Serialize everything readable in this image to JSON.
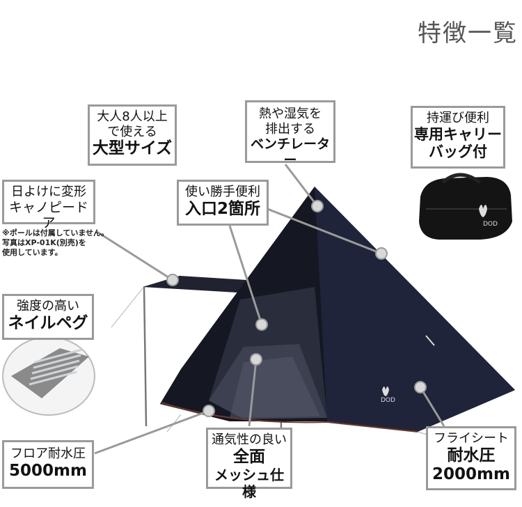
{
  "page": {
    "title": "特徴一覧"
  },
  "callouts": {
    "size": {
      "line1": "大人8人以上",
      "line2": "で使える",
      "line3": "大型サイズ"
    },
    "vent": {
      "line1": "熱や湿気を",
      "line2": "排出する",
      "line3": "ベンチレーター"
    },
    "bag": {
      "line1": "持運び便利",
      "line2": "専用キャリー",
      "line3": "バッグ付"
    },
    "canopy": {
      "line1": "日よけに変形",
      "line2": "キャノピードア"
    },
    "canopy_note": {
      "line1": "※ポールは付属していません。",
      "line2": "写真はXP-01K(別売)を",
      "line3": "使用しています。"
    },
    "entrance": {
      "line1": "使い勝手便利",
      "line2": "入口2箇所"
    },
    "peg": {
      "line1": "強度の高い",
      "line2": "ネイルペグ"
    },
    "floor": {
      "line1": "フロア耐水圧",
      "line2": "5000mm"
    },
    "mesh": {
      "line1": "通気性の良い",
      "line2": "全面",
      "line3": "メッシュ仕様"
    },
    "fly": {
      "line1": "フライシート",
      "line2": "耐水圧",
      "line3": "2000mm"
    }
  },
  "logos": {
    "tent_logo": "DOD",
    "bag_logo": "DOD"
  },
  "colors": {
    "tent": "#1c1f2c",
    "tent_shadow": "#0f111a",
    "callout_border": "#9a9a9a",
    "marker": "#d8d8d8"
  }
}
